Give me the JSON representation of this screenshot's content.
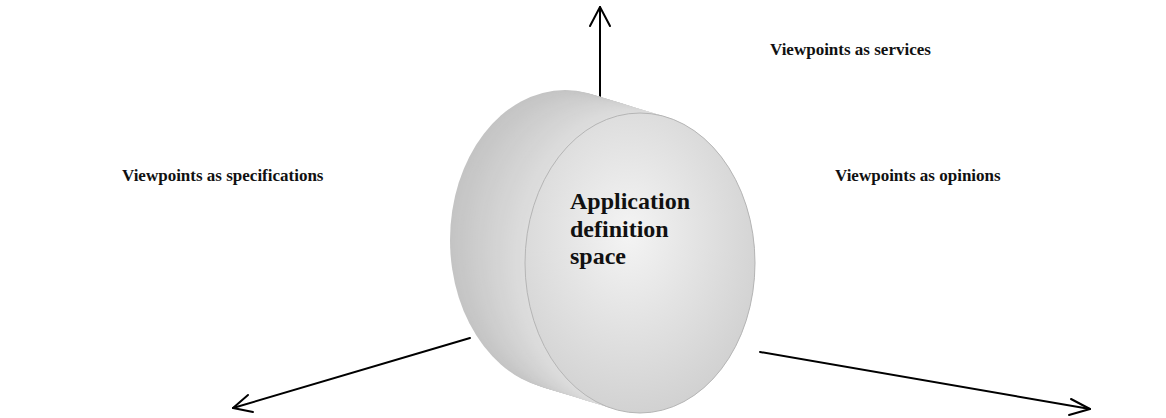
{
  "diagram": {
    "nodes": [
      {
        "text": [
          "Application definition space"
        ]
      }
    ],
    "labels": [
      "Viewpoints as services",
      "Viewpoints as specifications",
      "Viewpoints as opinions"
    ]
  }
}
